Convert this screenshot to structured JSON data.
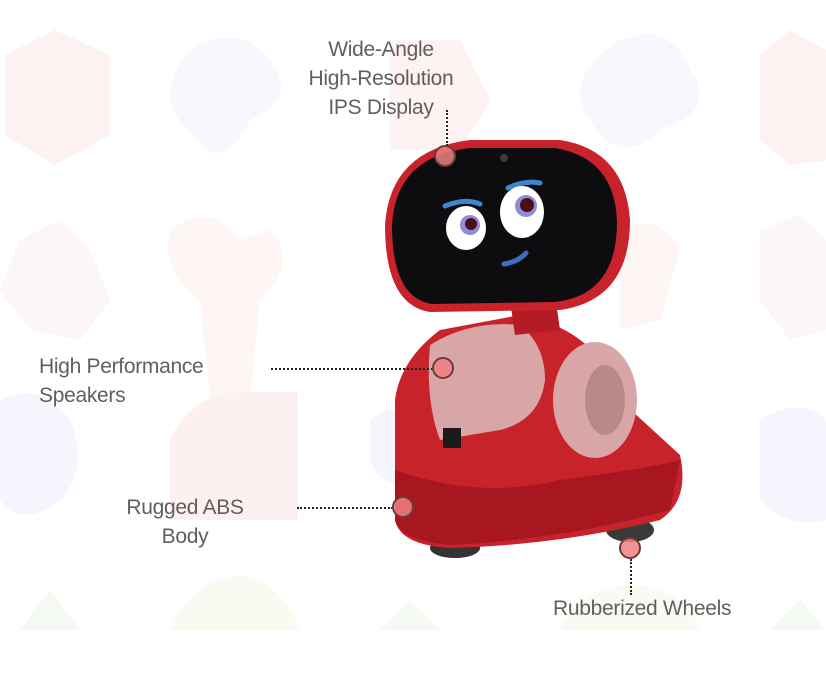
{
  "diagram": {
    "subject": "red companion robot",
    "colors": {
      "robot_red": "#c8222b",
      "robot_dark_red": "#9e1620",
      "panel_pink": "#d9a3a3",
      "screen_black": "#0d0d0f",
      "eye_blue": "#4a90d9",
      "label_text": "#5f5f5f",
      "marker_fill": "#f08080"
    },
    "callouts": [
      {
        "id": "display",
        "lines": [
          "Wide-Angle",
          "High-Resolution",
          "IPS Display"
        ]
      },
      {
        "id": "speakers",
        "lines": [
          "High Performance",
          "Speakers"
        ]
      },
      {
        "id": "body",
        "lines": [
          "Rugged ABS",
          "Body"
        ]
      },
      {
        "id": "wheels",
        "lines": [
          "Rubberized Wheels"
        ]
      }
    ]
  }
}
